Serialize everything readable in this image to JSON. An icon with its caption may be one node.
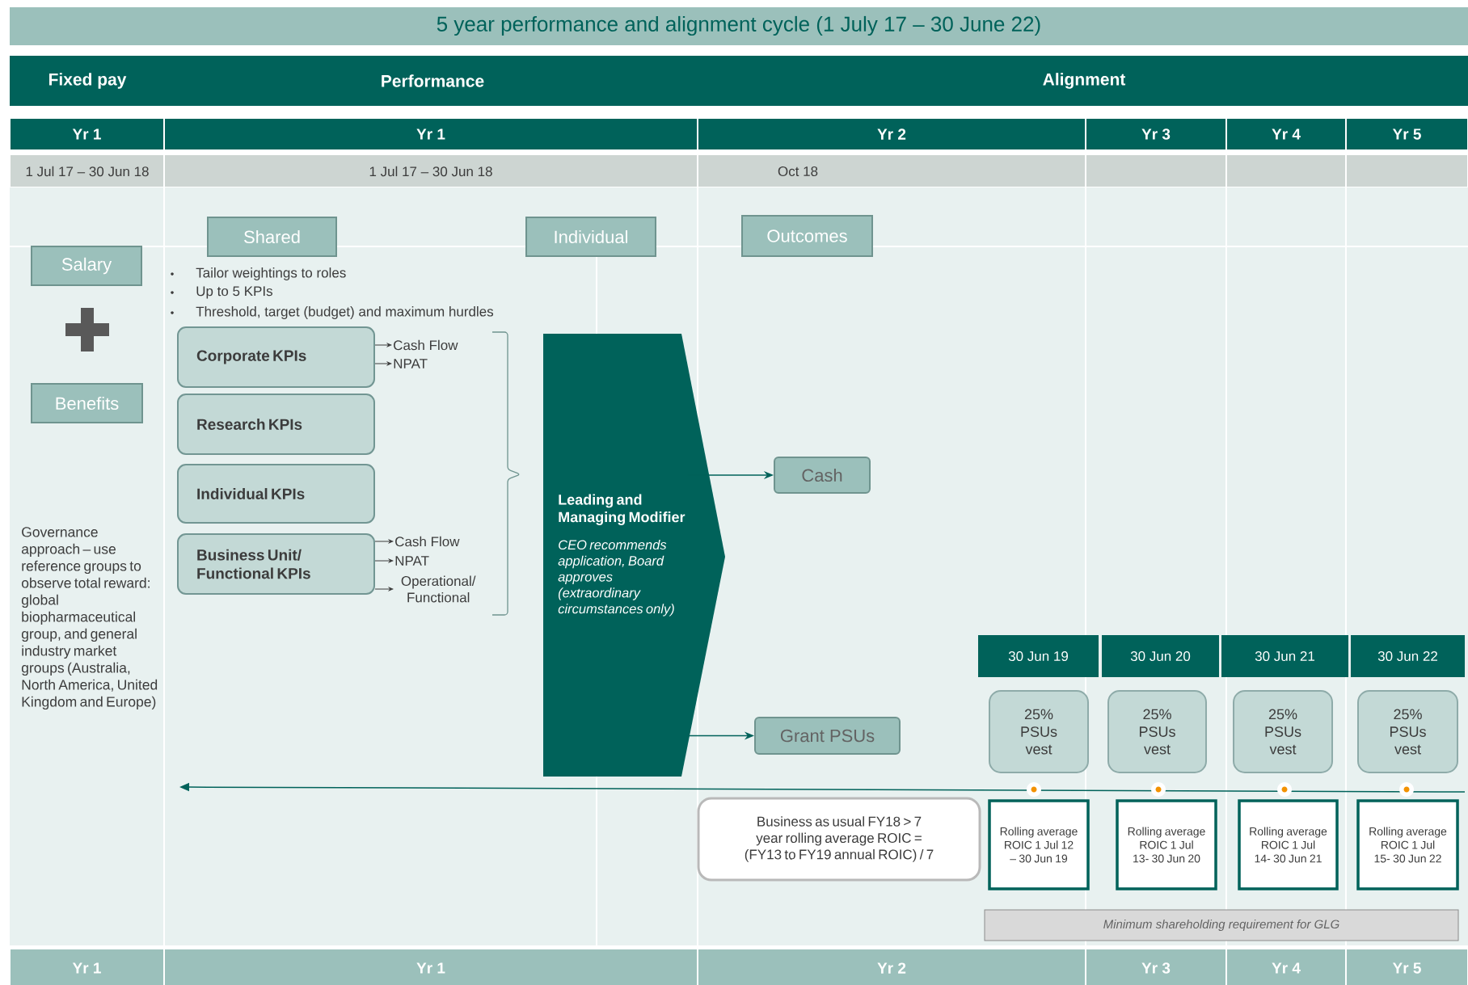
{
  "diagram": {
    "title": "5 year performance and alignment cycle (1 July 17 – 30 June 22)",
    "nodes": [
      {
        "text": [
          "Salary"
        ]
      },
      {
        "text": [
          "Benefits"
        ]
      },
      {
        "text": [
          "Shared"
        ]
      },
      {
        "text": [
          "Individual"
        ]
      },
      {
        "text": [
          "Outcomes"
        ]
      },
      {
        "text": [
          "Corporate KPIs"
        ]
      },
      {
        "text": [
          "Cash Flow"
        ]
      },
      {
        "text": [
          "NPAT"
        ]
      },
      {
        "text": [
          "Research KPIs"
        ]
      },
      {
        "text": [
          "Individual KPIs"
        ]
      },
      {
        "text": [
          "Business Unit/ Functional KPIs"
        ]
      },
      {
        "text": [
          "Cash Flow"
        ]
      },
      {
        "text": [
          "NPAT"
        ]
      },
      {
        "text": [
          "Operational/ Functional"
        ]
      },
      {
        "text": [
          "Leading and Managing Modifier",
          "CEO recommends application, Board approves",
          "(extraordinary circumstances only)"
        ]
      },
      {
        "text": [
          "Cash"
        ]
      },
      {
        "text": [
          "Grant PSUs"
        ]
      },
      {
        "text": [
          "30 Jun 19"
        ]
      },
      {
        "text": [
          "30 Jun 20"
        ]
      },
      {
        "text": [
          "30 Jun 21"
        ]
      },
      {
        "text": [
          "30 Jun 22"
        ]
      },
      {
        "text": [
          "25% PSUs vest"
        ]
      },
      {
        "text": [
          "25% PSUs vest"
        ]
      },
      {
        "text": [
          "25% PSUs vest"
        ]
      },
      {
        "text": [
          "25% PSUs vest"
        ]
      },
      {
        "text": [
          "Business as usual FY18 > 7 year rolling average ROIC = (FY13 to FY19 annual ROIC) / 7"
        ]
      },
      {
        "text": [
          "Rolling average ROIC 1 Jul 12 – 30 Jun 19"
        ]
      },
      {
        "text": [
          "Rolling average ROIC 1 Jul 13- 30 Jun 20"
        ]
      },
      {
        "text": [
          "Rolling average ROIC 1 Jul 14- 30 Jun 21"
        ]
      },
      {
        "text": [
          "Rolling average ROIC 1 Jul 15- 30 Jun 22"
        ]
      },
      {
        "text": [
          "Minimum shareholding requirement for GLG"
        ]
      }
    ],
    "edges": [
      {
        "from": 5,
        "to": 6,
        "arrow": "to"
      },
      {
        "from": 5,
        "to": 7,
        "arrow": "to"
      },
      {
        "from": 10,
        "to": 11,
        "arrow": "to"
      },
      {
        "from": 10,
        "to": 12,
        "arrow": "to"
      },
      {
        "from": 10,
        "to": 13,
        "arrow": "to"
      },
      {
        "from": 14,
        "to": 15,
        "arrow": "to"
      },
      {
        "from": 14,
        "to": 16,
        "arrow": "to"
      }
    ],
    "labels": [
      "Fixed pay",
      "Performance",
      "Alignment",
      "Yr 1",
      "Yr 1",
      "Yr 2",
      "Yr 3",
      "Yr 4",
      "Yr 5",
      "1 Jul 17 – 30 Jun 18",
      "1 Jul 17 – 30 Jun 18",
      "Oct 18",
      "Tailor weightings to roles",
      "Up to 5 KPIs",
      "Threshold, target (budget) and maximum hurdles",
      "Governance approach – use reference groups to observe total reward: global biopharmaceutical group, and general industry market groups (Australia, North America, United Kingdom and Europe)",
      "Yr 1",
      "Yr 1",
      "Yr 2",
      "Yr 3",
      "Yr 4",
      "Yr 5"
    ]
  }
}
